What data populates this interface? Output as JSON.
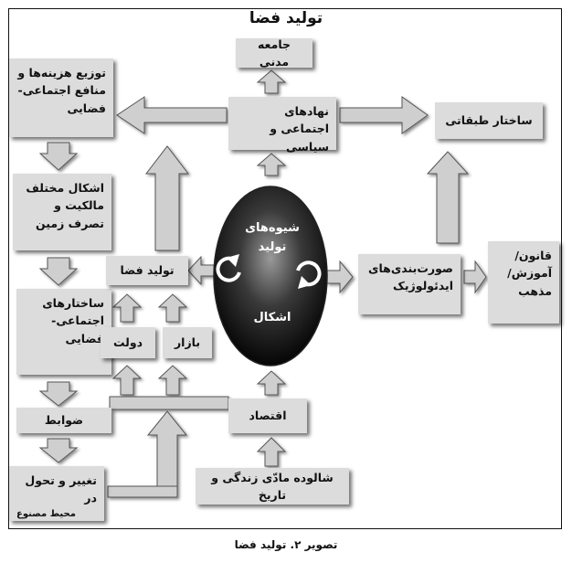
{
  "title": "تولید فضا",
  "caption": "تصویر ۲. تولید فضا",
  "oval": {
    "top": "شیوه‌های تولید",
    "bottom": "اشکال"
  },
  "boxes": {
    "jamee_madani": "جامعه مدنی",
    "nahadha": "نهادهای اجتماعی و سیاسی",
    "sakhtar_tabaqati": "ساختار طبقاتی",
    "tozi": "توزیع هزینه‌ها و منافع اجتماعی- فضایی",
    "ashkal_malekiyat": "اشکال مختلف مالکیت و تصرف زمین",
    "sakhtarha": "ساختارهای اجتماعی- فضایی",
    "zavabet": "ضوابط",
    "taghir_line1": "تغییر و تحول در",
    "taghir_line2": "محیط مصنوع",
    "tolid_faza": "تولید فضا",
    "dolat": "دولت",
    "bazar": "بازار",
    "eghtesad": "اقتصاد",
    "shalvode": "شالوده مادّی زندگی و تاریخ",
    "soorat": "صورت‌بندی‌های ایدئولوژیک",
    "ghanoon": "قانون/ آموزش/ مذهب"
  }
}
